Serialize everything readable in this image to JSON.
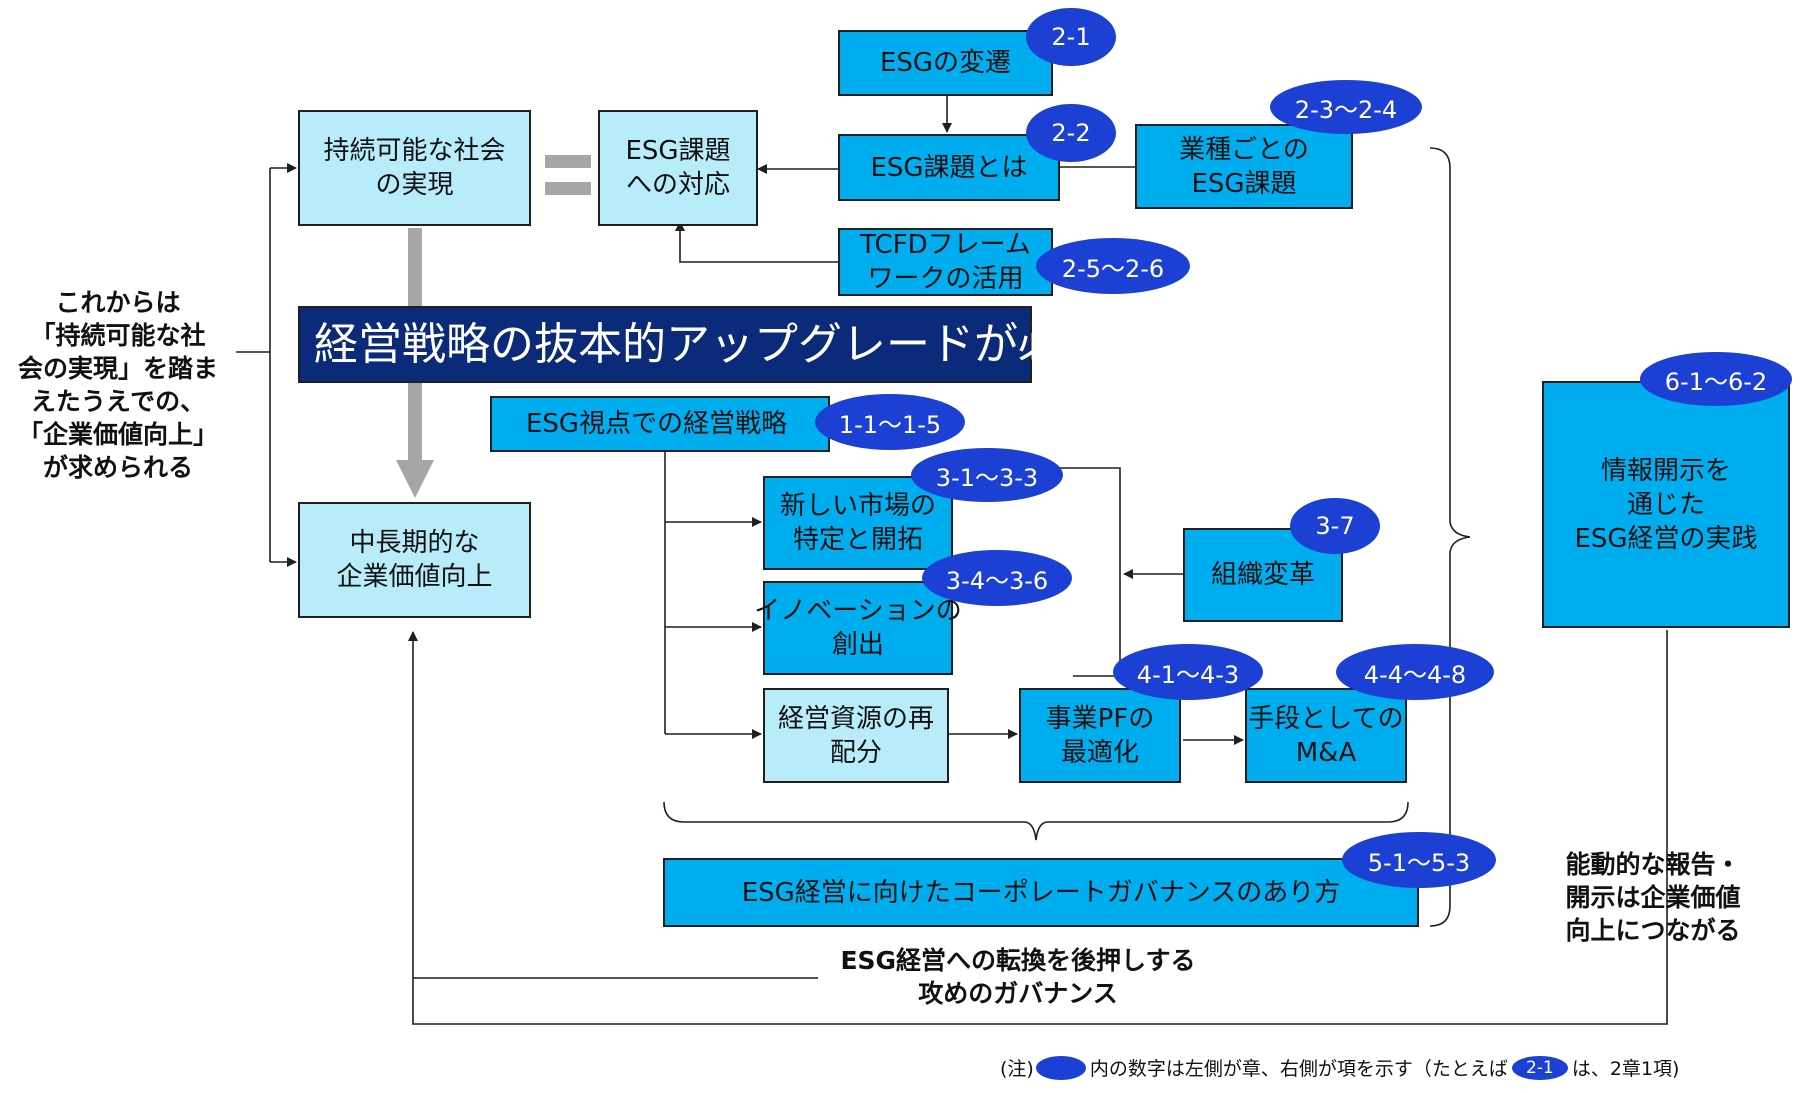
{
  "colors": {
    "box": "#00aeef",
    "light_box": "#b9ecfb",
    "banner": "#0b2a7a",
    "badge": "#1c3fd4",
    "arrow_gray": "#a6a6a6"
  },
  "boxes": {
    "esg_history": "ESGの変遷",
    "esg_issues": "ESG課題とは",
    "industry_line1": "業種ごとの",
    "industry_line2": "ESG課題",
    "tcfd_line1": "TCFDフレーム",
    "tcfd_line2": "ワークの活用",
    "sustainable_line1": "持続可能な社会",
    "sustainable_line2": "の実現",
    "esg_response_line1": "ESG課題",
    "esg_response_line2": "への対応",
    "banner": "経営戦略の抜本的アップグレードが必要",
    "esg_strategy": "ESG視点での経営戦略",
    "new_market_line1": "新しい市場の",
    "new_market_line2": "特定と開拓",
    "innovation_line1": "イノベーションの",
    "innovation_line2": "創出",
    "reallocation_line1": "経営資源の再",
    "reallocation_line2": "配分",
    "org_change": "組織変革",
    "portfolio_line1": "事業PFの",
    "portfolio_line2": "最適化",
    "ma_line1": "手段としての",
    "ma_line2": "M&A",
    "corp_value_line1": "中長期的な",
    "corp_value_line2": "企業価値向上",
    "governance": "ESG経営に向けたコーポレートガバナンスのあり方",
    "disclosure_line1": "情報開示を",
    "disclosure_line2": "通じた",
    "disclosure_line3": "ESG経営の実践"
  },
  "badges": {
    "b21": "2-1",
    "b22": "2-2",
    "b2324": "2-3～2-4",
    "b2526": "2-5～2-6",
    "b6162": "6-1～6-2",
    "b1115": "1-1～1-5",
    "b3133": "3-1～3-3",
    "b37": "3-7",
    "b3436": "3-4～3-6",
    "b4143": "4-1～4-3",
    "b4448": "4-4～4-8",
    "b5153": "5-1～5-3"
  },
  "notes": {
    "left": [
      "これからは",
      "「持続可能な社",
      "会の実現」を踏ま",
      "えたうえでの、",
      "「企業価値向上」",
      "が求められる"
    ],
    "right": [
      "能動的な報告・",
      "開示は企業価値",
      "向上につながる"
    ],
    "bottom": [
      "ESG経営への転換を後押しする",
      "攻めのガバナンス"
    ]
  },
  "footnote": {
    "prefix": "(注)",
    "text1": "内の数字は左側が章、右側が項を示す（たとえば",
    "example": "2-1",
    "text2": "は、2章1項)"
  }
}
